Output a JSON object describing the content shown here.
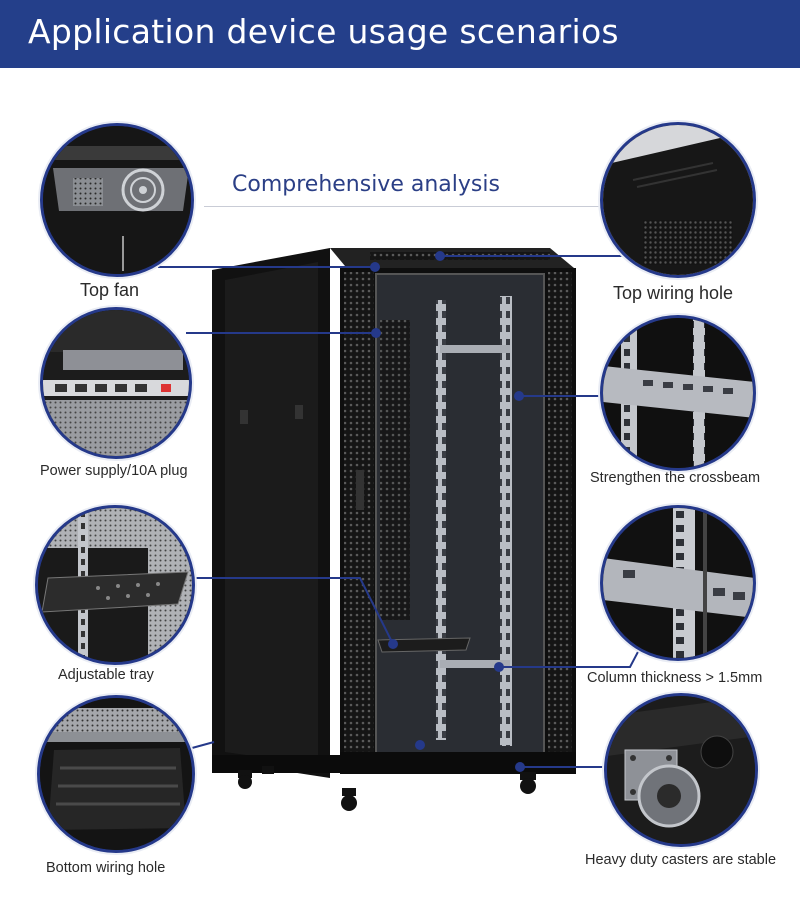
{
  "header": {
    "title": "Application device usage scenarios"
  },
  "subtitle": "Comprehensive analysis",
  "callouts": {
    "top_fan": "Top fan",
    "top_wiring_hole": "Top wiring hole",
    "power_supply": "Power supply/10A plug",
    "crossbeam": "Strengthen the crossbeam",
    "adjustable_tray": "Adjustable tray",
    "column_thickness": "Column thickness > 1.5mm",
    "bottom_wiring_hole": "Bottom wiring hole",
    "casters": "Heavy duty casters are stable"
  },
  "colors": {
    "accent": "#25398a",
    "banner": "#243f8a"
  }
}
